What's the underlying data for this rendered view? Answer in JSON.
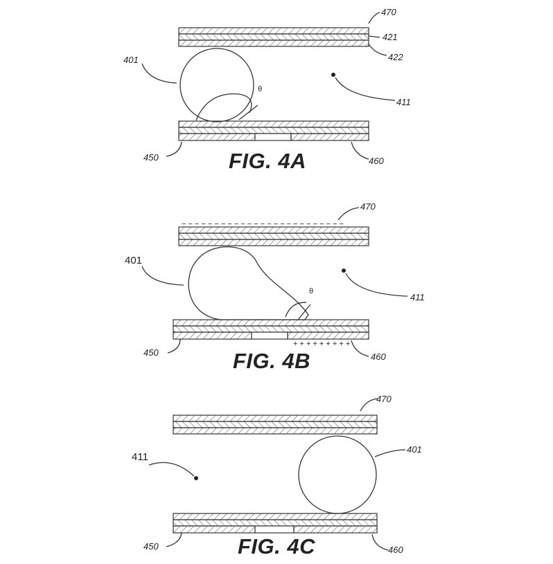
{
  "figures": [
    {
      "caption": "FIG. 4A",
      "labels": {
        "top_plate": "470",
        "layer_a": "421",
        "layer_b": "422",
        "droplet": "401",
        "medium": "411",
        "left_electrode": "450",
        "right_electrode": "460",
        "angle": "θ"
      }
    },
    {
      "caption": "FIG. 4B",
      "labels": {
        "top_plate": "470",
        "droplet": "401",
        "medium": "411",
        "left_electrode": "450",
        "right_electrode": "460",
        "angle": "θ"
      },
      "charge_top": "− − − − − − − − − − − − − − − − − − − − − − − − −",
      "charge_bottom": "+ + + + + + + + +"
    },
    {
      "caption": "FIG. 4C",
      "labels": {
        "top_plate": "470",
        "droplet": "401",
        "medium": "411",
        "left_electrode": "450",
        "right_electrode": "460"
      }
    }
  ],
  "colors": {
    "ink": "#333333",
    "background": "#ffffff"
  }
}
